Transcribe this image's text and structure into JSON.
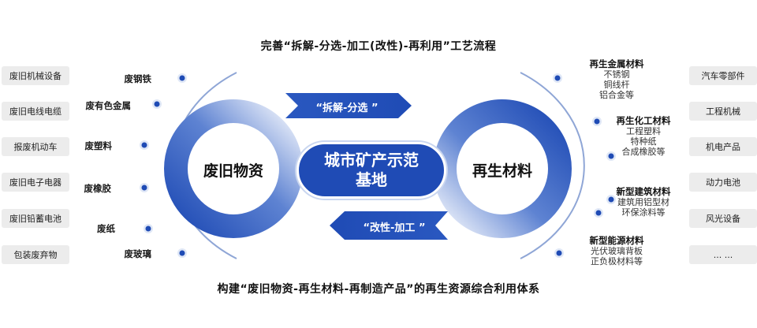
{
  "header": {
    "title": "完善“拆解-分选-加工(改性)-再利用”工艺流程"
  },
  "footer": {
    "title": "构建“废旧物资-再生材料-再制造产品”的再生资源综合利用体系"
  },
  "left_sources": [
    "废旧机械设备",
    "废旧电线电缆",
    "报废机动车",
    "废旧电子电器",
    "废旧铅蓄电池",
    "包装废弃物"
  ],
  "waste_types": [
    "废钢铁",
    "废有色金属",
    "废塑料",
    "废橡胶",
    "废纸",
    "废玻璃"
  ],
  "left_ring_label": "废旧物资",
  "right_ring_label": "再生材料",
  "center": {
    "line1": "城市矿产示范",
    "line2": "基地"
  },
  "top_arrow": "“拆解-分选 ”",
  "bottom_arrow": "“改性-加工 ”",
  "materials": [
    {
      "title": "再生金属材料",
      "items": [
        "不锈钢",
        "铜线杆",
        "铝合金等"
      ]
    },
    {
      "title": "再生化工材料",
      "items": [
        "工程塑料",
        "特种纸",
        "合成橡胶等"
      ]
    },
    {
      "title": "新型建筑材料",
      "items": [
        "建筑用铝型材",
        "环保涂料等"
      ]
    },
    {
      "title": "新型能源材料",
      "items": [
        "光伏玻璃背板",
        "正负极材料等"
      ]
    }
  ],
  "right_products": [
    "汽车零部件",
    "工程机械",
    "机电产品",
    "动力电池",
    "风光设备",
    "... ..."
  ],
  "colors": {
    "primary": "#1f4bb5",
    "light": "#e4ebf8",
    "connector": "#8fa6d6",
    "box": "#ececec"
  }
}
